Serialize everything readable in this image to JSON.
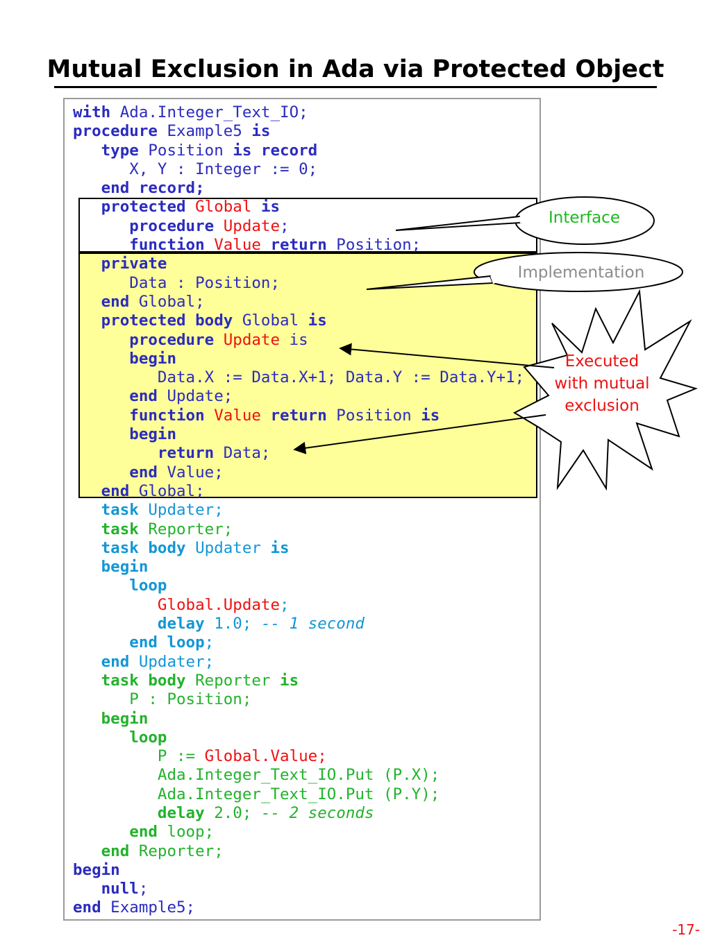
{
  "title": "Mutual Exclusion in Ada via Protected Object",
  "code_lines": [
    [
      {
        "t": "with",
        "c": "c-blue kw"
      },
      {
        "t": " Ada.Integer_Text_IO;",
        "c": "c-blue"
      }
    ],
    [
      {
        "t": "procedure",
        "c": "c-blue kw"
      },
      {
        "t": " Example5 ",
        "c": "c-blue"
      },
      {
        "t": "is",
        "c": "c-blue kw"
      }
    ],
    [
      {
        "t": "   ",
        "c": ""
      },
      {
        "t": "type",
        "c": "c-blue kw"
      },
      {
        "t": " Position ",
        "c": "c-blue"
      },
      {
        "t": "is record",
        "c": "c-blue kw"
      }
    ],
    [
      {
        "t": "      X, Y : Integer := 0;",
        "c": "c-blue"
      }
    ],
    [
      {
        "t": "   ",
        "c": ""
      },
      {
        "t": "end record;",
        "c": "c-blue kw"
      }
    ],
    [
      {
        "t": "   ",
        "c": ""
      },
      {
        "t": "protected",
        "c": "c-blue kw"
      },
      {
        "t": " ",
        "c": ""
      },
      {
        "t": "Global",
        "c": "c-red"
      },
      {
        "t": " ",
        "c": ""
      },
      {
        "t": "is",
        "c": "c-blue kw"
      }
    ],
    [
      {
        "t": "      ",
        "c": ""
      },
      {
        "t": "procedure",
        "c": "c-blue kw"
      },
      {
        "t": " ",
        "c": ""
      },
      {
        "t": "Update",
        "c": "c-red"
      },
      {
        "t": ";",
        "c": "c-blue"
      }
    ],
    [
      {
        "t": "      ",
        "c": ""
      },
      {
        "t": "function",
        "c": "c-blue kw"
      },
      {
        "t": " ",
        "c": ""
      },
      {
        "t": "Value",
        "c": "c-red"
      },
      {
        "t": " ",
        "c": ""
      },
      {
        "t": "return",
        "c": "c-blue kw"
      },
      {
        "t": " Position;",
        "c": "c-blue"
      }
    ],
    [
      {
        "t": "   ",
        "c": ""
      },
      {
        "t": "private",
        "c": "c-blue kw"
      }
    ],
    [
      {
        "t": "      Data : Position;",
        "c": "c-blue"
      }
    ],
    [
      {
        "t": "   ",
        "c": ""
      },
      {
        "t": "end",
        "c": "c-blue kw"
      },
      {
        "t": " Global;",
        "c": "c-blue"
      }
    ],
    [
      {
        "t": "   ",
        "c": ""
      },
      {
        "t": "protected body",
        "c": "c-blue kw"
      },
      {
        "t": " Global ",
        "c": "c-blue"
      },
      {
        "t": "is",
        "c": "c-blue kw"
      }
    ],
    [
      {
        "t": "      ",
        "c": ""
      },
      {
        "t": "procedure",
        "c": "c-blue kw"
      },
      {
        "t": " ",
        "c": ""
      },
      {
        "t": "Update",
        "c": "c-red"
      },
      {
        "t": " is",
        "c": "c-blue"
      }
    ],
    [
      {
        "t": "      ",
        "c": ""
      },
      {
        "t": "begin",
        "c": "c-blue kw"
      }
    ],
    [
      {
        "t": "         Data.X := Data.X+1; Data.Y := Data.Y+1;",
        "c": "c-blue"
      }
    ],
    [
      {
        "t": "      ",
        "c": ""
      },
      {
        "t": "end",
        "c": "c-blue kw"
      },
      {
        "t": " Update;",
        "c": "c-blue"
      }
    ],
    [
      {
        "t": "      ",
        "c": ""
      },
      {
        "t": "function",
        "c": "c-blue kw"
      },
      {
        "t": " ",
        "c": ""
      },
      {
        "t": "Value",
        "c": "c-red"
      },
      {
        "t": " ",
        "c": ""
      },
      {
        "t": "return",
        "c": "c-blue kw"
      },
      {
        "t": " Position ",
        "c": "c-blue"
      },
      {
        "t": "is",
        "c": "c-blue kw"
      }
    ],
    [
      {
        "t": "      ",
        "c": ""
      },
      {
        "t": "begin",
        "c": "c-blue kw"
      }
    ],
    [
      {
        "t": "         ",
        "c": ""
      },
      {
        "t": "return",
        "c": "c-blue kw"
      },
      {
        "t": " Data;",
        "c": "c-blue"
      }
    ],
    [
      {
        "t": "      ",
        "c": ""
      },
      {
        "t": "end",
        "c": "c-blue kw"
      },
      {
        "t": " Value;",
        "c": "c-blue"
      }
    ],
    [
      {
        "t": "   ",
        "c": ""
      },
      {
        "t": "end",
        "c": "c-blue kw"
      },
      {
        "t": " Global;",
        "c": "c-blue"
      }
    ],
    [
      {
        "t": "   ",
        "c": ""
      },
      {
        "t": "task",
        "c": "c-cyan kw"
      },
      {
        "t": " Updater;",
        "c": "c-cyan"
      }
    ],
    [
      {
        "t": "   ",
        "c": ""
      },
      {
        "t": "task",
        "c": "c-green kw"
      },
      {
        "t": " Reporter;",
        "c": "c-green"
      }
    ],
    [
      {
        "t": "   ",
        "c": ""
      },
      {
        "t": "task body",
        "c": "c-cyan kw"
      },
      {
        "t": " Updater ",
        "c": "c-cyan"
      },
      {
        "t": "is",
        "c": "c-cyan kw"
      }
    ],
    [
      {
        "t": "   ",
        "c": ""
      },
      {
        "t": "begin",
        "c": "c-cyan kw"
      }
    ],
    [
      {
        "t": "      ",
        "c": ""
      },
      {
        "t": "loop",
        "c": "c-cyan kw"
      }
    ],
    [
      {
        "t": "         ",
        "c": ""
      },
      {
        "t": "Global.Update",
        "c": "c-red"
      },
      {
        "t": ";",
        "c": "c-cyan"
      }
    ],
    [
      {
        "t": "         ",
        "c": ""
      },
      {
        "t": "delay",
        "c": "c-cyan kw"
      },
      {
        "t": " 1.0; ",
        "c": "c-cyan"
      },
      {
        "t": "-- 1 second",
        "c": "c-cyan it"
      }
    ],
    [
      {
        "t": "      ",
        "c": ""
      },
      {
        "t": "end loop",
        "c": "c-cyan kw"
      },
      {
        "t": ";",
        "c": "c-cyan"
      }
    ],
    [
      {
        "t": "   ",
        "c": ""
      },
      {
        "t": "end",
        "c": "c-cyan kw"
      },
      {
        "t": " Updater;",
        "c": "c-cyan"
      }
    ],
    [
      {
        "t": "   ",
        "c": ""
      },
      {
        "t": "task body",
        "c": "c-green kw"
      },
      {
        "t": " Reporter ",
        "c": "c-green"
      },
      {
        "t": "is",
        "c": "c-green kw"
      }
    ],
    [
      {
        "t": "      P : Position;",
        "c": "c-green"
      }
    ],
    [
      {
        "t": "   ",
        "c": ""
      },
      {
        "t": "begin",
        "c": "c-green kw"
      }
    ],
    [
      {
        "t": "      ",
        "c": ""
      },
      {
        "t": "loop",
        "c": "c-green kw"
      }
    ],
    [
      {
        "t": "         P := ",
        "c": "c-green"
      },
      {
        "t": "Global.Value;",
        "c": "c-red"
      }
    ],
    [
      {
        "t": "         Ada.Integer_Text_IO.Put (P.X);",
        "c": "c-green"
      }
    ],
    [
      {
        "t": "         Ada.Integer_Text_IO.Put (P.Y);",
        "c": "c-green"
      }
    ],
    [
      {
        "t": "         ",
        "c": ""
      },
      {
        "t": "delay",
        "c": "c-green kw"
      },
      {
        "t": " 2.0; ",
        "c": "c-green"
      },
      {
        "t": "-- 2 seconds",
        "c": "c-green it"
      }
    ],
    [
      {
        "t": "      ",
        "c": ""
      },
      {
        "t": "end",
        "c": "c-green kw"
      },
      {
        "t": " loop;",
        "c": "c-green"
      }
    ],
    [
      {
        "t": "   ",
        "c": ""
      },
      {
        "t": "end",
        "c": "c-green kw"
      },
      {
        "t": " Reporter;",
        "c": "c-green"
      }
    ],
    [
      {
        "t": "begin",
        "c": "c-blue kw"
      }
    ],
    [
      {
        "t": "   ",
        "c": ""
      },
      {
        "t": "null",
        "c": "c-blue kw"
      },
      {
        "t": ";",
        "c": "c-blue"
      }
    ],
    [
      {
        "t": "end",
        "c": "c-blue kw"
      },
      {
        "t": " Example5;",
        "c": "c-blue"
      }
    ]
  ],
  "callouts": {
    "interface": "Interface",
    "implementation": "Implementation",
    "mutual_exclusion": "Executed with mutual exclusion"
  },
  "page_number": "-17-",
  "colors": {
    "keyword_blue": "#2b2bbf",
    "identifier_red": "#ee1111",
    "updater_cyan": "#1296d6",
    "reporter_green": "#22b22b",
    "highlight_yellow": "#ffff99"
  }
}
